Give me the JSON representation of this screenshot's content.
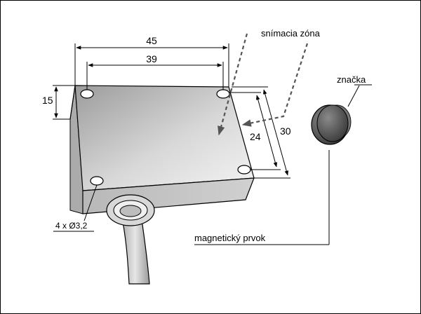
{
  "dimensions": {
    "width_outer": "45",
    "width_holes": "39",
    "height": "15",
    "depth_holes": "24",
    "depth_outer": "30"
  },
  "labels": {
    "sensing_zone": "snímacia zóna",
    "mark": "značka",
    "magnetic_element": "magnetický prvok",
    "holes": "4 x Ø3,2"
  }
}
